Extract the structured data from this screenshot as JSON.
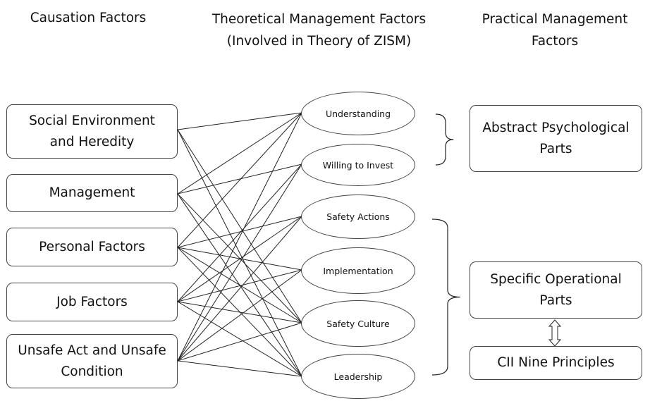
{
  "headers": {
    "causation": [
      "Causation Factors"
    ],
    "theoretical": [
      "Theoretical Management Factors",
      "(Involved in Theory of ZISM)"
    ],
    "practical": [
      "Practical Management",
      "Factors"
    ]
  },
  "causation_factors": [
    [
      "Social Environment",
      "and Heredity"
    ],
    [
      "Management"
    ],
    [
      "Personal Factors"
    ],
    [
      "Job Factors"
    ],
    [
      "Unsafe Act and Unsafe",
      "Condition"
    ]
  ],
  "theoretical_factors": [
    "Understanding",
    "Willing to Invest",
    "Safety Actions",
    "Implementation",
    "Safety Culture",
    "Leadership"
  ],
  "practical_factors": {
    "abstract": [
      "Abstract Psychological",
      "Parts"
    ],
    "specific": [
      "Specific Operational",
      "Parts"
    ],
    "cii": [
      "CII Nine Principles"
    ]
  },
  "links": [
    [
      0,
      0
    ],
    [
      0,
      4
    ],
    [
      0,
      5
    ],
    [
      1,
      0
    ],
    [
      1,
      1
    ],
    [
      1,
      4
    ],
    [
      1,
      5
    ],
    [
      2,
      0
    ],
    [
      2,
      2
    ],
    [
      2,
      3
    ],
    [
      2,
      4
    ],
    [
      2,
      5
    ],
    [
      3,
      1
    ],
    [
      3,
      2
    ],
    [
      3,
      3
    ],
    [
      3,
      4
    ],
    [
      3,
      5
    ],
    [
      4,
      0
    ],
    [
      4,
      1
    ],
    [
      4,
      2
    ],
    [
      4,
      3
    ],
    [
      4,
      4
    ],
    [
      4,
      5
    ]
  ]
}
